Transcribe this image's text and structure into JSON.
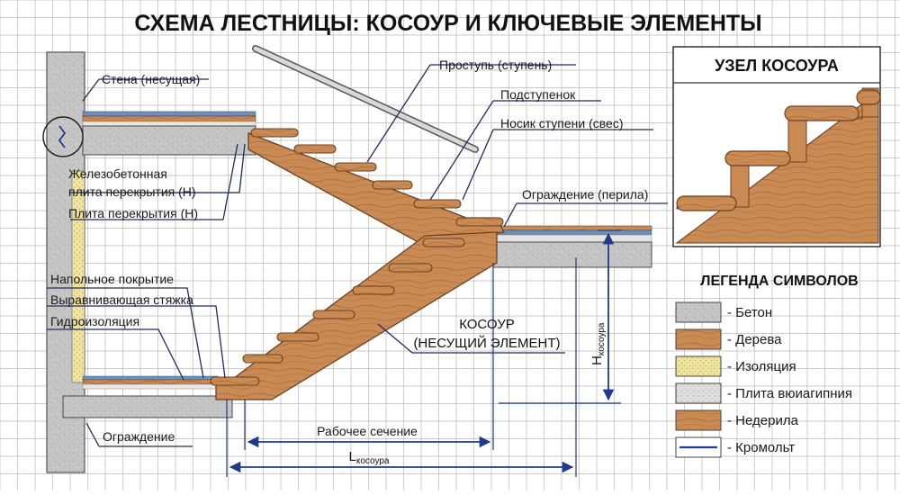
{
  "title": "СХЕМА ЛЕСТНИЦЫ: КОСОУР И КЛЮЧЕВЫЕ ЭЛЕМЕНТЫ",
  "labels": {
    "wall": "Стена (несущая)",
    "rc_slab_1": "Железобетонная",
    "rc_slab_2": "плита перекрытия (Н)",
    "slab": "Плита перекрытия (Н)",
    "tread": "Проступь (ступень)",
    "riser": "Подступенок",
    "nosing": "Носик ступени (свес)",
    "railing_top": "Ограждение (перила)",
    "floor_cover": "Напольное покрытие",
    "screed": "Выравнивающая стяжка",
    "waterproof": "Гидроизоляция",
    "stringer_1": "КОСОУР",
    "stringer_2": "(НЕСУЩИЙ ЭЛЕМЕНТ)",
    "railing_bottom": "Ограждение",
    "work_section": "Рабочее сечение",
    "l_main": "L",
    "l_sub": "косоура",
    "h_main": "H",
    "h_sub": "косоура"
  },
  "inset": {
    "title": "УЗЕЛ КОСОУРА"
  },
  "legend": {
    "title": "ЛЕГЕНДА СИМВОЛОВ",
    "items": [
      {
        "label": "- Бетон",
        "color": "#c8c8c8"
      },
      {
        "label": "- Дерева",
        "color": "#c98a54"
      },
      {
        "label": "- Изоляция",
        "color": "#efe6a4"
      },
      {
        "label": "- Плита вюиагипния",
        "color": "#dcdcdc"
      },
      {
        "label": "- Недерила",
        "color": "#c27c48"
      },
      {
        "label": "- Кромольт",
        "color": "#1f3a8a"
      }
    ]
  },
  "colors": {
    "wood": "#c98a54",
    "wood_dark": "#7a4a22",
    "concrete": "#c4c4c4",
    "grid": "#b9b9b9",
    "dim": "#1f3a8a"
  }
}
